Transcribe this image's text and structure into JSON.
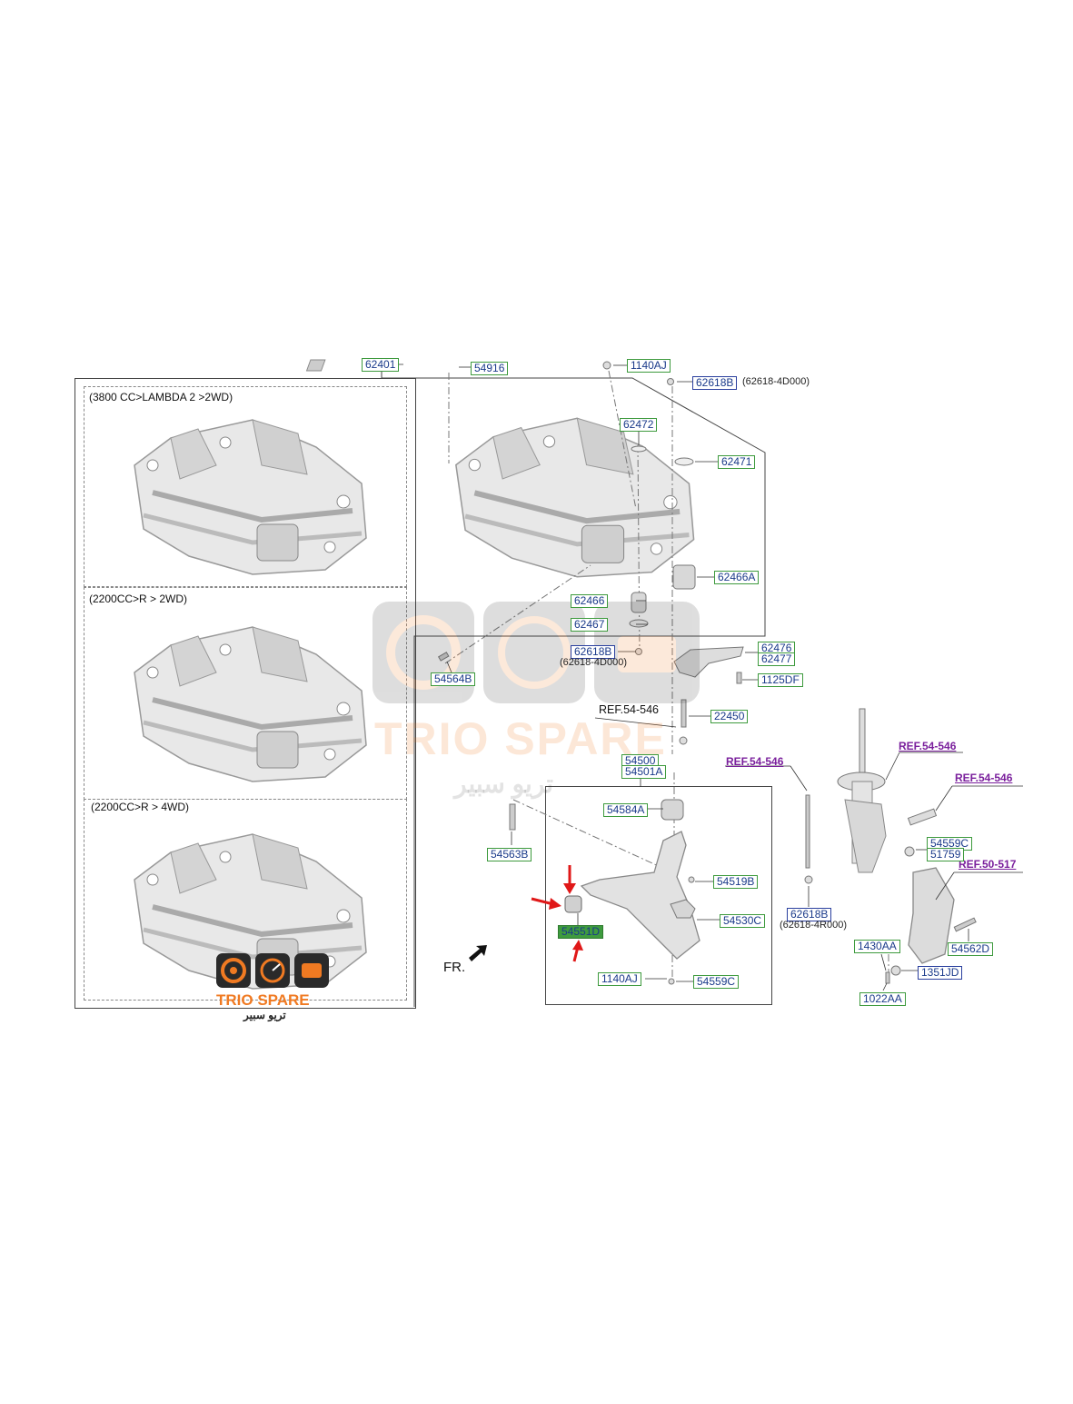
{
  "variants": [
    "(3800 CC>LAMBDA 2 >2WD)",
    "(2200CC>R > 2WD)",
    "(2200CC>R > 4WD)"
  ],
  "labels": {
    "n62401": "62401",
    "n54916": "54916",
    "n1140AJ_top": "1140AJ",
    "n62618B_top": "62618B",
    "n62472": "62472",
    "n62471": "62471",
    "n62466A": "62466A",
    "n62466": "62466",
    "n62467": "62467",
    "n62618B_mid": "62618B",
    "n54564B": "54564B",
    "n62476": "62476",
    "n62477": "62477",
    "n1125DF": "1125DF",
    "n22450": "22450",
    "ref_center": "REF.54-546",
    "n54500": "54500",
    "n54501A": "54501A",
    "n54584A": "54584A",
    "n54563B": "54563B",
    "n54519B": "54519B",
    "n54530C": "54530C",
    "n54551D": "54551D",
    "n1140AJ_bottom": "1140AJ",
    "n54559C_bottom": "54559C",
    "ref_strut1": "REF.54-546",
    "ref_strut2": "REF.54-546",
    "ref_strut3": "REF.54-546",
    "ref_knuckle": "REF.50-517",
    "n54559C_right": "54559C",
    "n51759": "51759",
    "n62618B_right": "62618B",
    "n1430AA": "1430AA",
    "n54562D": "54562D",
    "n1351JD": "1351JD",
    "n1022AA": "1022AA"
  },
  "notes": {
    "top": "(62618-4D000)",
    "mid": "(62618-4D000)",
    "right": "(62618-4R000)"
  },
  "front_marker": "FR.",
  "watermark": {
    "brand": "TRIO SPARE",
    "arabic": "تريو سبير"
  },
  "colors": {
    "green_box": "#3d9a3d",
    "blue_box": "#2a3f9e",
    "purple_ref": "#7a1f9c",
    "highlight": "#3e9b3e",
    "arrow": "#e01818",
    "logo_orange": "#f07a22"
  },
  "icons": [
    "subframe-icon",
    "lower-arm-icon",
    "strut-icon",
    "knuckle-icon",
    "bushing-icon",
    "bolt-icon",
    "red-arrow-icon",
    "front-arrow-icon",
    "brand-logo"
  ]
}
